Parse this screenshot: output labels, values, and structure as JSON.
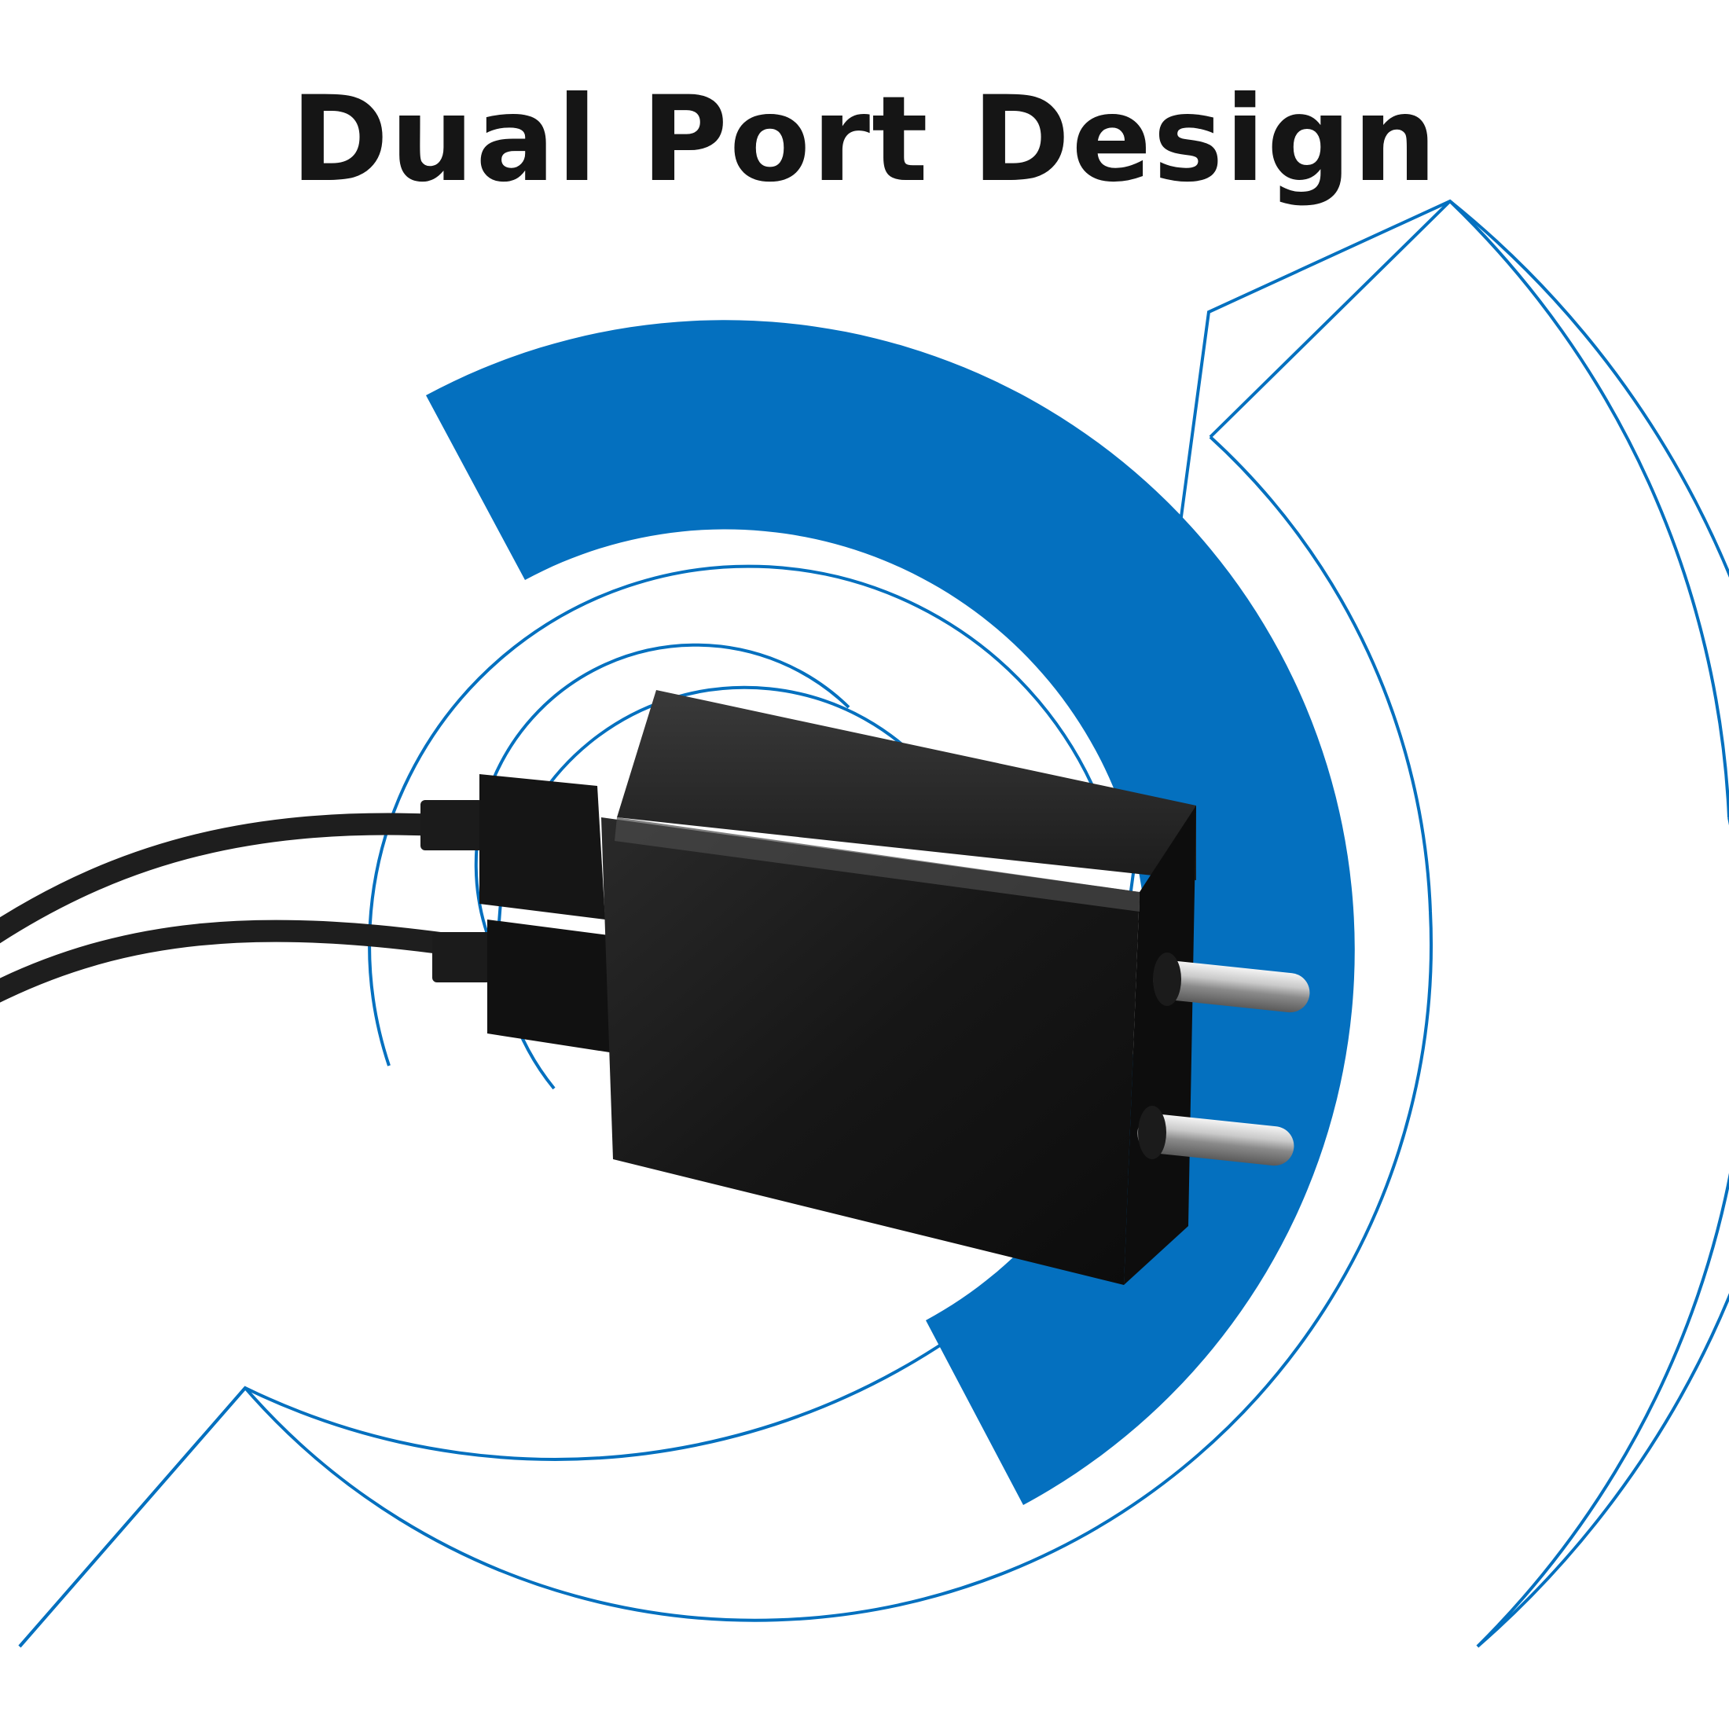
{
  "headline": "Dual Port Design",
  "colors": {
    "accent_blue": "#0470bf",
    "charger_black": "#141414",
    "background": "#ffffff"
  },
  "illustration": {
    "subject": "dual USB wall charger with two cables and two round pins",
    "port_count": 2,
    "pin_count": 2,
    "cable_count": 2
  }
}
